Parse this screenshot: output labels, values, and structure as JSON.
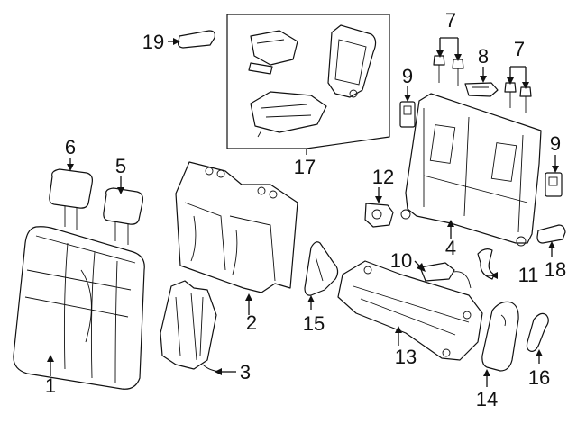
{
  "diagram": {
    "callouts": [
      {
        "id": "c1",
        "label": "1"
      },
      {
        "id": "c2",
        "label": "2"
      },
      {
        "id": "c3",
        "label": "3"
      },
      {
        "id": "c4",
        "label": "4"
      },
      {
        "id": "c5",
        "label": "5"
      },
      {
        "id": "c6",
        "label": "6"
      },
      {
        "id": "c7a",
        "label": "7"
      },
      {
        "id": "c7b",
        "label": "7"
      },
      {
        "id": "c8",
        "label": "8"
      },
      {
        "id": "c9a",
        "label": "9"
      },
      {
        "id": "c9b",
        "label": "9"
      },
      {
        "id": "c10",
        "label": "10"
      },
      {
        "id": "c11",
        "label": "11"
      },
      {
        "id": "c12",
        "label": "12"
      },
      {
        "id": "c13",
        "label": "13"
      },
      {
        "id": "c14",
        "label": "14"
      },
      {
        "id": "c15",
        "label": "15"
      },
      {
        "id": "c16",
        "label": "16"
      },
      {
        "id": "c17",
        "label": "17"
      },
      {
        "id": "c18",
        "label": "18"
      },
      {
        "id": "c19",
        "label": "19"
      }
    ]
  }
}
